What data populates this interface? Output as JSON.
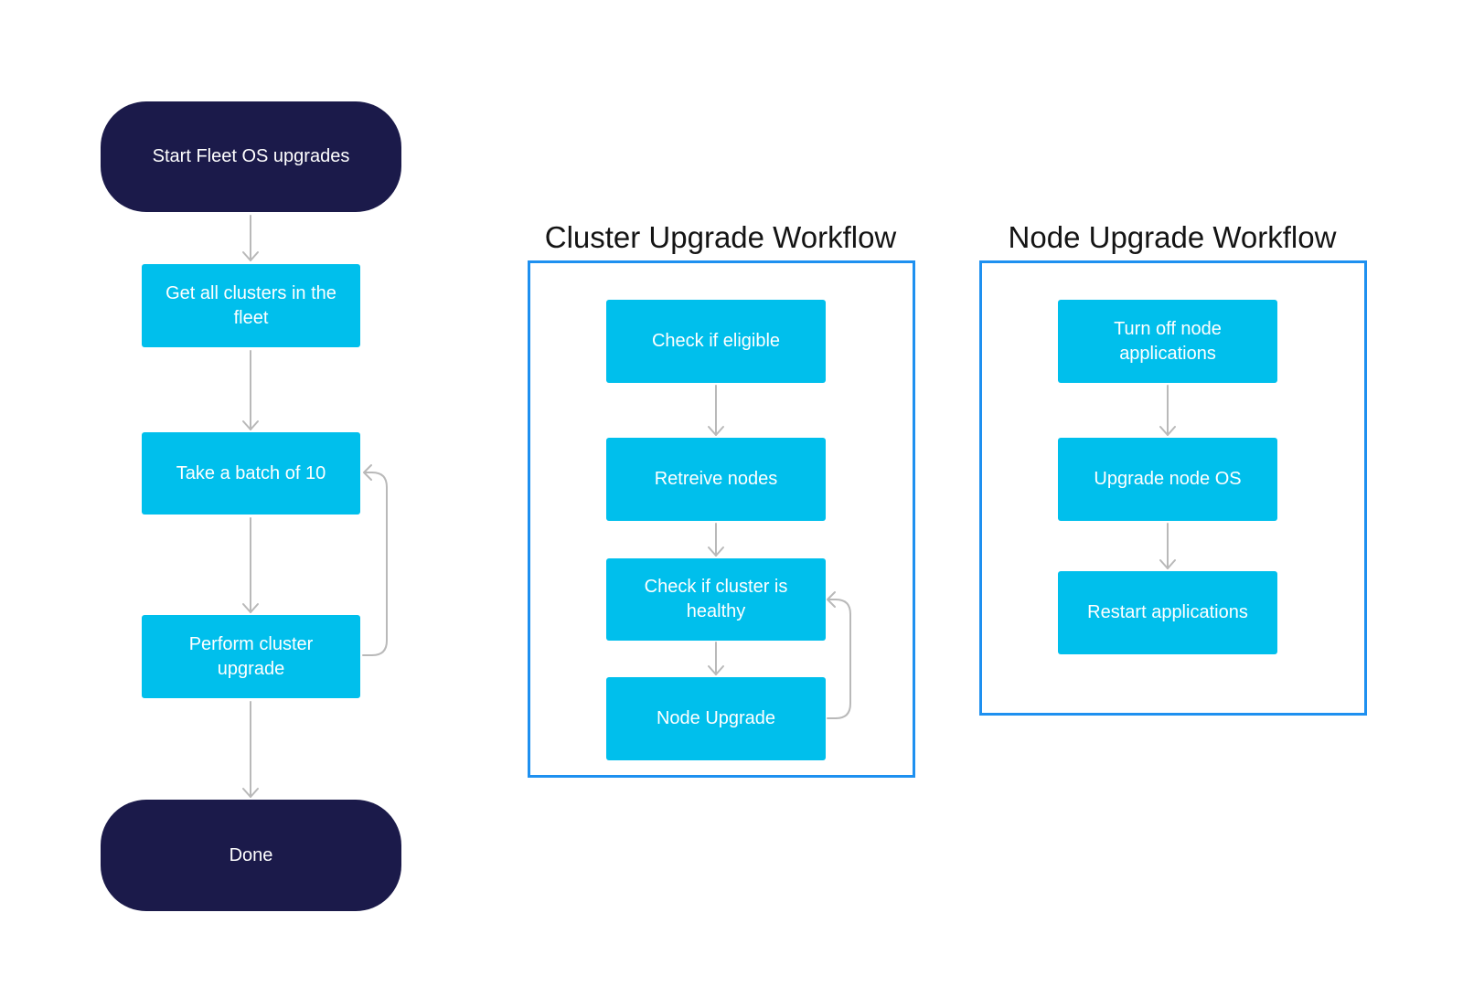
{
  "main_flow": {
    "start": "Start Fleet OS upgrades",
    "get_clusters": "Get all clusters in the fleet",
    "take_batch": "Take a batch of 10",
    "perform_upgrade": "Perform cluster upgrade",
    "done": "Done"
  },
  "cluster_workflow": {
    "title": "Cluster Upgrade Workflow",
    "steps": [
      "Check if eligible",
      "Retreive nodes",
      "Check if cluster is healthy",
      "Node Upgrade"
    ]
  },
  "node_workflow": {
    "title": "Node Upgrade Workflow",
    "steps": [
      "Turn off node applications",
      "Upgrade node OS",
      "Restart applications"
    ]
  },
  "colors": {
    "terminal_fill": "#1b1a4a",
    "process_fill": "#00bfec",
    "panel_border": "#1e90f0",
    "connector": "#b9b9b9"
  }
}
